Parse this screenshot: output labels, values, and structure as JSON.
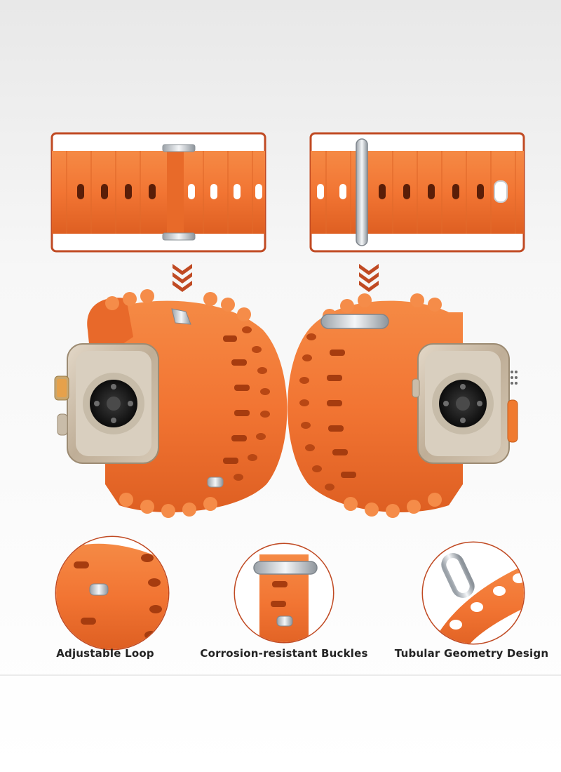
{
  "colors": {
    "band_orange": "#f47a35",
    "band_dark": "#d85a1c",
    "frame_red": "#c04a23",
    "watch_titanium": "#c9b9a3",
    "steel": "#d8dde2"
  },
  "features": [
    {
      "label": "Adjustable Loop",
      "icon": "band-closeup-adjustable-loop"
    },
    {
      "label": "Corrosion-resistant Buckles",
      "icon": "band-closeup-buckle"
    },
    {
      "label": "Tubular Geometry Design",
      "icon": "band-closeup-tubular"
    }
  ]
}
